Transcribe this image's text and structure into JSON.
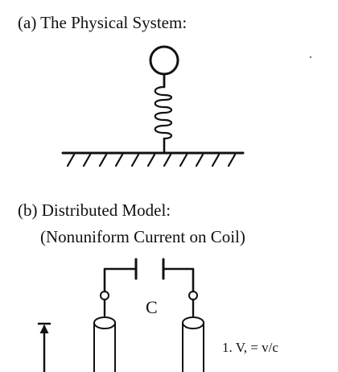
{
  "part_a": {
    "title": "(a)  The Physical System:"
  },
  "part_b": {
    "title": "(b)  Distributed Model:",
    "subtitle": "(Nonuniform Current on Coil)",
    "capacitor_label": "C",
    "equation_label": "1. V, = v/c"
  },
  "colors": {
    "background": "#ffffff",
    "ink": "#111111"
  }
}
